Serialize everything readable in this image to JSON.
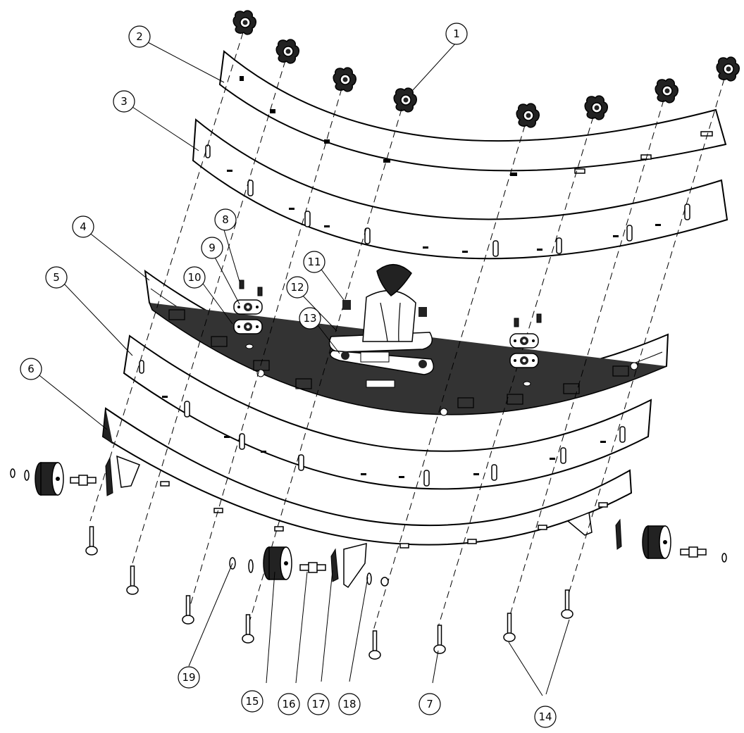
{
  "diagram": {
    "type": "exploded-assembly",
    "colors": {
      "line": "#000000",
      "fill": "#ffffff",
      "shade": "#222222"
    },
    "callouts": [
      {
        "id": "c1",
        "label": "1"
      },
      {
        "id": "c2",
        "label": "2"
      },
      {
        "id": "c3",
        "label": "3"
      },
      {
        "id": "c4",
        "label": "4"
      },
      {
        "id": "c5",
        "label": "5"
      },
      {
        "id": "c6",
        "label": "6"
      },
      {
        "id": "c7",
        "label": "7"
      },
      {
        "id": "c8",
        "label": "8"
      },
      {
        "id": "c9",
        "label": "9"
      },
      {
        "id": "c10",
        "label": "10"
      },
      {
        "id": "c11",
        "label": "11"
      },
      {
        "id": "c12",
        "label": "12"
      },
      {
        "id": "c13",
        "label": "13"
      },
      {
        "id": "c14",
        "label": "14"
      },
      {
        "id": "c15",
        "label": "15"
      },
      {
        "id": "c16",
        "label": "16"
      },
      {
        "id": "c17",
        "label": "17"
      },
      {
        "id": "c18",
        "label": "18"
      },
      {
        "id": "c19",
        "label": "19"
      }
    ]
  }
}
